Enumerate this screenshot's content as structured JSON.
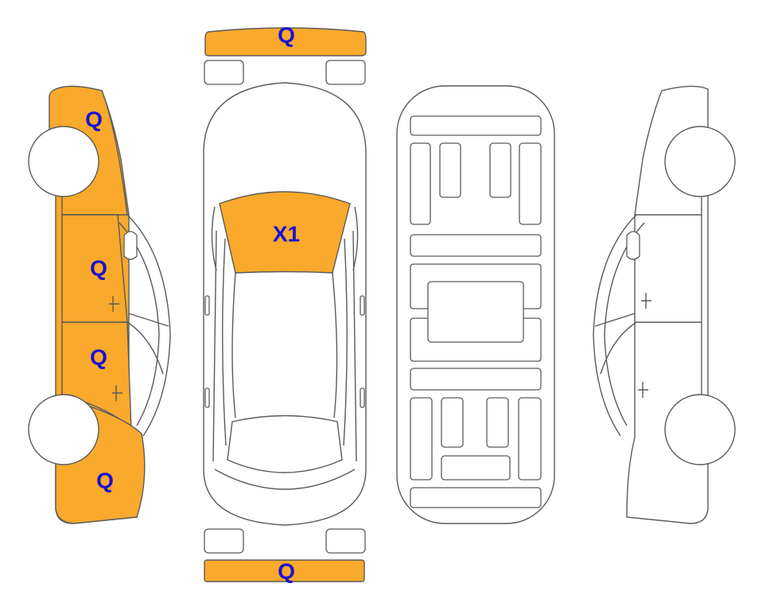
{
  "colors": {
    "damage_fill": "#F9A92B",
    "label_color": "#1A10D0",
    "outline": "#5a5a5a"
  },
  "labels": {
    "front_bumper": "Q",
    "rear_bumper": "Q",
    "windshield": "X1",
    "left_front_fender": "Q",
    "left_front_door": "Q",
    "left_rear_door": "Q",
    "left_rear_quarter": "Q"
  }
}
